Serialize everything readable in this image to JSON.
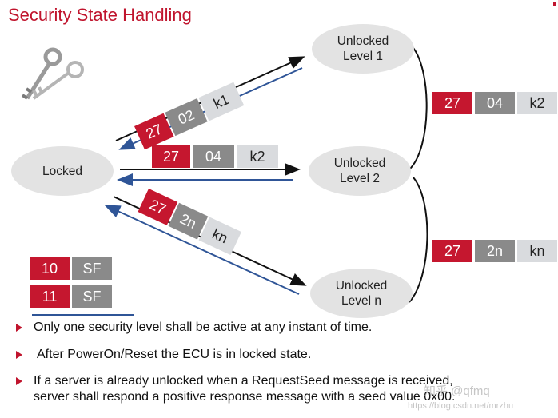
{
  "title": "Security State Handling",
  "nodes": {
    "locked": "Locked",
    "level1": [
      "Unlocked",
      "Level 1"
    ],
    "level2": [
      "Unlocked",
      "Level 2"
    ],
    "leveln": [
      "Unlocked",
      "Level n"
    ]
  },
  "messages": {
    "to_level1": [
      "27",
      "02",
      "k1"
    ],
    "to_level2": [
      "27",
      "04",
      "k2"
    ],
    "to_leveln": [
      "27",
      "2n",
      "kn"
    ],
    "level1_to_level2": [
      "27",
      "04",
      "k2"
    ],
    "level2_to_leveln": [
      "27",
      "2n",
      "kn"
    ]
  },
  "legend": [
    {
      "code": "10",
      "label": "SF"
    },
    {
      "code": "11",
      "label": "SF"
    }
  ],
  "bullets": [
    "Only one security level shall be active at any instant of time.",
    "After PowerOn/Reset the ECU is in locked state.",
    "If a server is already unlocked when a RequestSeed message is received,",
    "server shall respond a positive response message with a seed value 0x00."
  ],
  "watermark": [
    "知乎 @qfmq",
    "https://blog.csdn.net/mrzhu"
  ],
  "colors": {
    "accent": "#c0142d",
    "red_box": "#c5172f",
    "gray_box": "#8a8a8a",
    "light_box": "#d9dbde",
    "node": "#e3e3e3",
    "arrow_blue": "#2f5597"
  },
  "icons": [
    "keys-icon"
  ]
}
